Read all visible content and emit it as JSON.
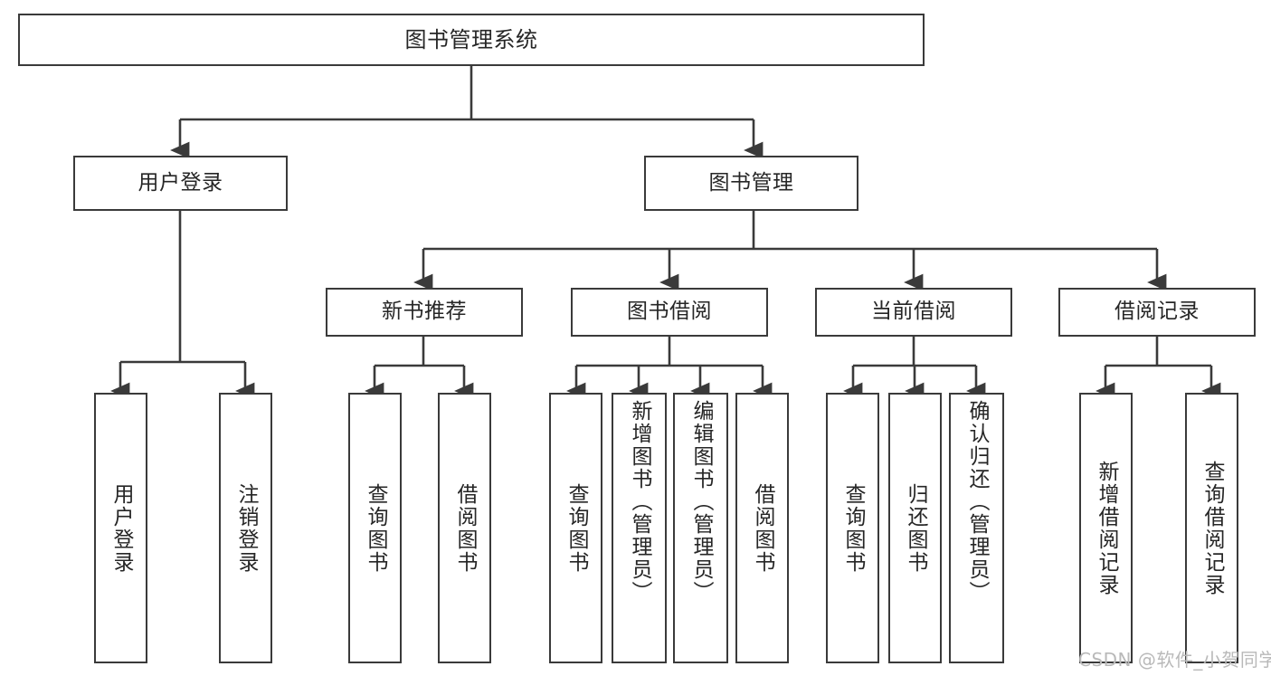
{
  "diagram": {
    "type": "tree-hierarchy",
    "title": "图书管理系统",
    "watermark": "CSDN @软件_小贺同学",
    "colors": {
      "background": "#ffffff",
      "node_border": "#3a3a3a",
      "node_fill": "#ffffff",
      "connector": "#3a3a3a",
      "text": "#262626",
      "watermark": "#b9b9b9"
    },
    "nodes": {
      "root": {
        "label": "图书管理系统",
        "level": 0
      },
      "user_login": {
        "label": "用户登录",
        "level": 1
      },
      "book_manage": {
        "label": "图书管理",
        "level": 1
      },
      "new_book_rec": {
        "label": "新书推荐",
        "level": 2
      },
      "book_borrow": {
        "label": "图书借阅",
        "level": 2
      },
      "current_borrow": {
        "label": "当前借阅",
        "level": 2
      },
      "borrow_record": {
        "label": "借阅记录",
        "level": 2
      },
      "leaf_user_login": {
        "label": "用户登录",
        "level": 2,
        "orientation": "vertical"
      },
      "leaf_logout": {
        "label": "注销登录",
        "level": 2,
        "orientation": "vertical"
      },
      "leaf_query_book_a": {
        "label": "查询图书",
        "level": 3,
        "orientation": "vertical"
      },
      "leaf_borrow_book_a": {
        "label": "借阅图书",
        "level": 3,
        "orientation": "vertical"
      },
      "leaf_query_book_b": {
        "label": "查询图书",
        "level": 3,
        "orientation": "vertical"
      },
      "leaf_add_book": {
        "label": "新增图书（管理员）",
        "level": 3,
        "orientation": "vertical"
      },
      "leaf_edit_book": {
        "label": "编辑图书（管理员）",
        "level": 3,
        "orientation": "vertical"
      },
      "leaf_borrow_book_b": {
        "label": "借阅图书",
        "level": 3,
        "orientation": "vertical"
      },
      "leaf_query_book_c": {
        "label": "查询图书",
        "level": 3,
        "orientation": "vertical"
      },
      "leaf_return_book": {
        "label": "归还图书",
        "level": 3,
        "orientation": "vertical"
      },
      "leaf_confirm_return": {
        "label": "确认归还（管理员）",
        "level": 3,
        "orientation": "vertical"
      },
      "leaf_add_record": {
        "label": "新增借阅记录",
        "level": 3,
        "orientation": "vertical"
      },
      "leaf_query_record": {
        "label": "查询借阅记录",
        "level": 3,
        "orientation": "vertical"
      }
    },
    "edges": [
      {
        "from": "root",
        "to": "user_login"
      },
      {
        "from": "root",
        "to": "book_manage"
      },
      {
        "from": "user_login",
        "to": "leaf_user_login"
      },
      {
        "from": "user_login",
        "to": "leaf_logout"
      },
      {
        "from": "book_manage",
        "to": "new_book_rec"
      },
      {
        "from": "book_manage",
        "to": "book_borrow"
      },
      {
        "from": "book_manage",
        "to": "current_borrow"
      },
      {
        "from": "book_manage",
        "to": "borrow_record"
      },
      {
        "from": "new_book_rec",
        "to": "leaf_query_book_a"
      },
      {
        "from": "new_book_rec",
        "to": "leaf_borrow_book_a"
      },
      {
        "from": "book_borrow",
        "to": "leaf_query_book_b"
      },
      {
        "from": "book_borrow",
        "to": "leaf_add_book"
      },
      {
        "from": "book_borrow",
        "to": "leaf_edit_book"
      },
      {
        "from": "book_borrow",
        "to": "leaf_borrow_book_b"
      },
      {
        "from": "current_borrow",
        "to": "leaf_query_book_c"
      },
      {
        "from": "current_borrow",
        "to": "leaf_return_book"
      },
      {
        "from": "current_borrow",
        "to": "leaf_confirm_return"
      },
      {
        "from": "borrow_record",
        "to": "leaf_add_record"
      },
      {
        "from": "borrow_record",
        "to": "leaf_query_record"
      }
    ]
  }
}
